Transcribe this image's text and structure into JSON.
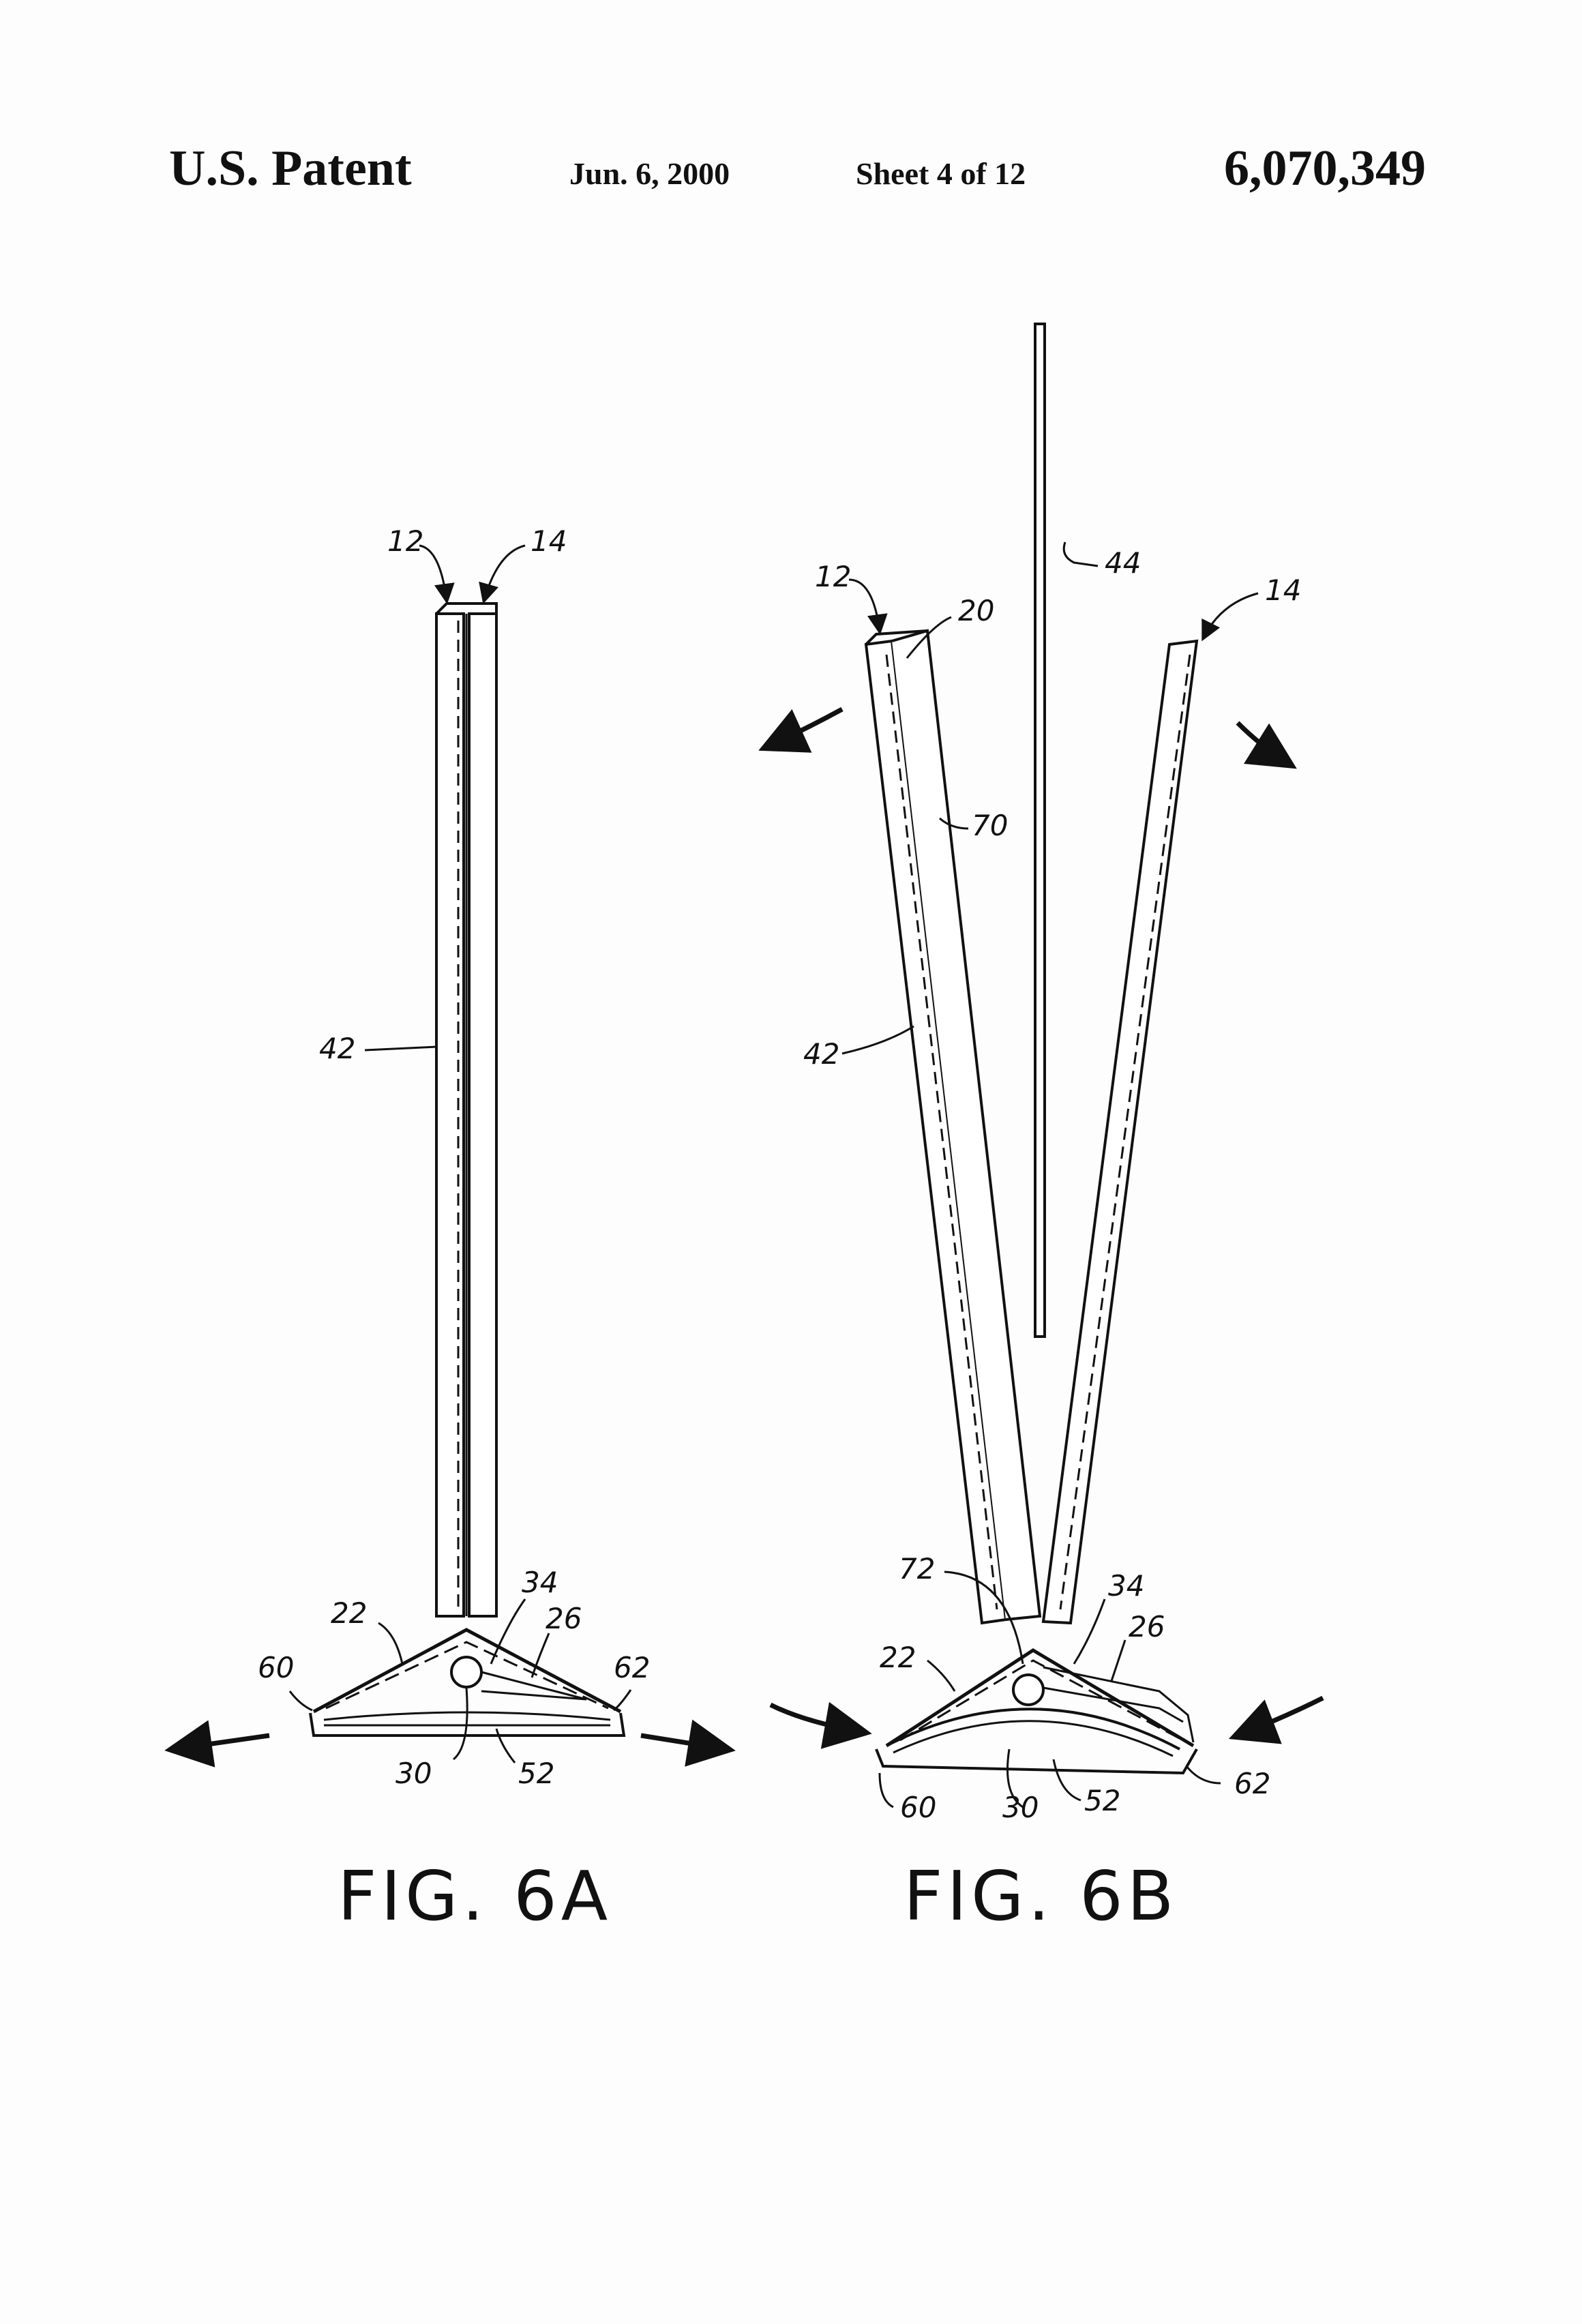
{
  "header": {
    "left": "U.S. Patent",
    "date": "Jun. 6, 2000",
    "sheet": "Sheet 4 of 12",
    "number": "6,070,349"
  },
  "figures": [
    {
      "caption": "FIG. 6A",
      "refs": {
        "r12": "12",
        "r14": "14",
        "r42": "42",
        "r22": "22",
        "r34": "34",
        "r26": "26",
        "r60": "60",
        "r62": "62",
        "r30": "30",
        "r52": "52"
      }
    },
    {
      "caption": "FIG. 6B",
      "refs": {
        "r44": "44",
        "r12": "12",
        "r20": "20",
        "r14": "14",
        "r70": "70",
        "r42": "42",
        "r72": "72",
        "r34": "34",
        "r26": "26",
        "r22": "22",
        "r60": "60",
        "r30": "30",
        "r52": "52",
        "r62": "62"
      }
    }
  ]
}
